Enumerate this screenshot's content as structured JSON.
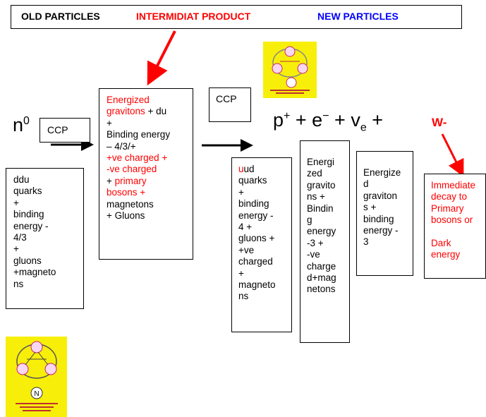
{
  "legend": {
    "old": "OLD PARTICLES",
    "intermediate": "INTERMIDIAT PRODUCT",
    "new": "NEW PARTICLES"
  },
  "reaction": {
    "neutron_base": "n",
    "neutron_sup": "0",
    "ccp1": "CCP",
    "ccp2": "CCP",
    "proton_base": "p",
    "proton_sup": "+",
    "plus1": " + ",
    "electron_base": "e",
    "electron_sup": "−",
    "plus2": " + ",
    "neutrino_base": "v",
    "neutrino_sub": "e",
    "plus3": " +",
    "w": "W-"
  },
  "boxes": {
    "old": "ddu\nquarks\n+\nbinding\nenergy -\n4/3\n+\ngluons\n+magneto\nns",
    "intermediate": {
      "seg1": "Energized\ngravitons",
      "seg2": " + du\n+\nBinding energy\n– 4/3/+\n",
      "seg3": "+ve charged +\n-ve charged",
      "seg4": "\n+ ",
      "seg5": "primary\nbosons +",
      "seg6": "\nmagnetons\n+ Gluons"
    },
    "proton": {
      "u": "u",
      "rest": "ud\nquarks\n+\nbinding\nenergy -\n4 +\ngluons +\n+ve\ncharged\n+\nmagneto\nns"
    },
    "electron": "Energi\nzed\ngravito\nns +\nBindin\ng\nenergy\n-3 +\n-ve\ncharge\nd+mag\nnetons",
    "neutrino": "Energize\nd\ngraviton\ns +\nbinding\nenergy -\n3",
    "w_decay": "Immediate\ndecay to\nPrimary\nbosons  or\n\nDark\nenergy"
  },
  "colors": {
    "red": "#ff0000",
    "blue": "#0000ff",
    "thumbnail_yellow": "#f7ef0a"
  },
  "thumbnails": {
    "top_icon": "proton-model-thumbnail",
    "bottom_icon": "neutron-model-thumbnail",
    "bottom_center_label": "N"
  }
}
